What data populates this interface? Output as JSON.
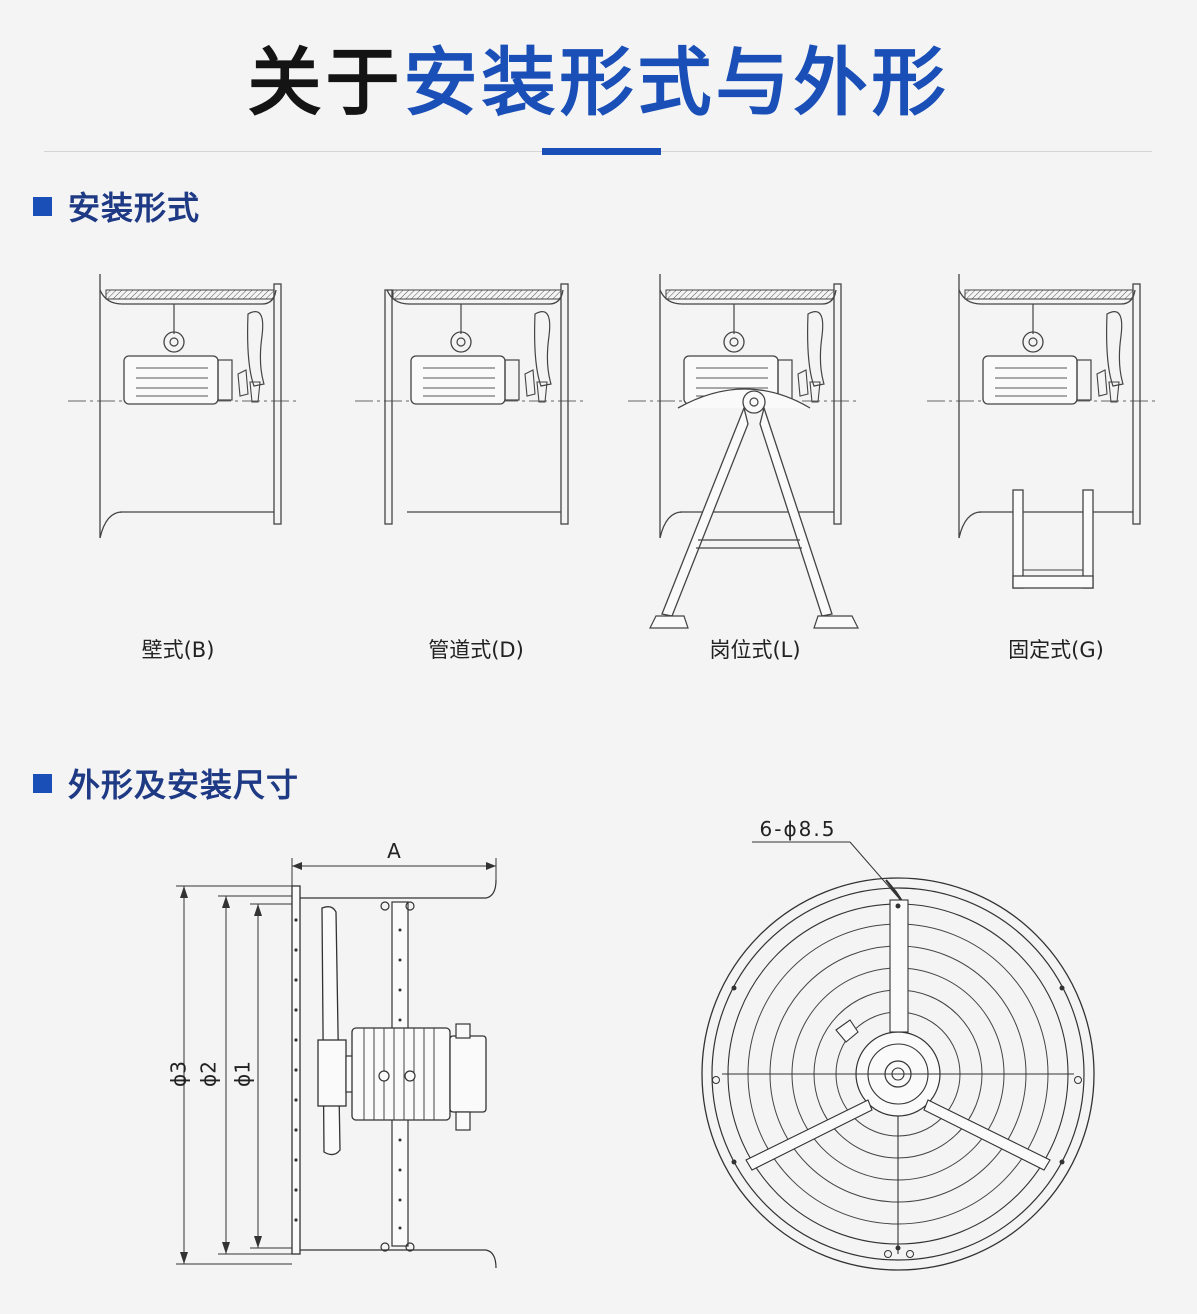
{
  "header": {
    "title_black": "关于",
    "title_blue": "安装形式与外形"
  },
  "sections": {
    "install": "安装形式",
    "outline": "外形及安装尺寸"
  },
  "install_types": [
    {
      "label": "壁式(B)"
    },
    {
      "label": "管道式(D)"
    },
    {
      "label": "岗位式(L)"
    },
    {
      "label": "固定式(G)"
    }
  ],
  "dimensions": {
    "length": "A",
    "d3": "ϕ3",
    "d2": "ϕ2",
    "d1": "ϕ1",
    "holes": "6-ϕ8.5"
  },
  "colors": {
    "accent": "#1a4fb8",
    "heading": "#1f3a84",
    "background": "#f4f4f5"
  }
}
